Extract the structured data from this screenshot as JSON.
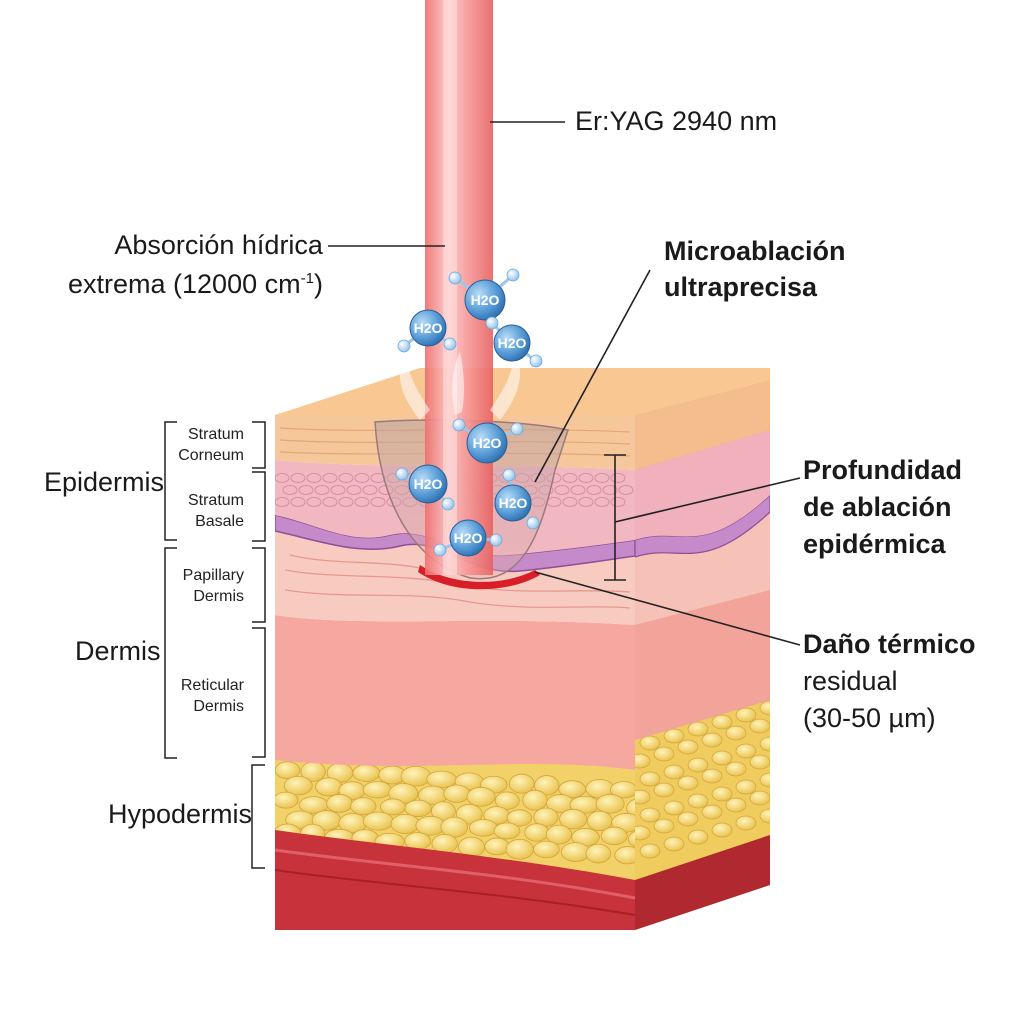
{
  "labels": {
    "laser": "Er:YAG 2940 nm",
    "absorption_line1": "Absorción hídrica",
    "absorption_line2_main": "extrema (12000 cm",
    "absorption_sup": "-1",
    "absorption_close": ")",
    "microablation_line1": "Microablación",
    "microablation_line2": "ultraprecisa",
    "depth_line1": "Profundidad",
    "depth_line2": "de ablación",
    "depth_line3": "epidérmica",
    "damage_line1": "Daño térmico",
    "damage_line2": "residual",
    "damage_line3": "(30-50 µm)"
  },
  "layers": {
    "epidermis": "Epidermis",
    "stratum_corneum_1": "Stratum",
    "stratum_corneum_2": "Corneum",
    "stratum_basale_1": "Stratum",
    "stratum_basale_2": "Basale",
    "dermis": "Dermis",
    "papillary_1": "Papillary",
    "papillary_2": "Dermis",
    "reticular_1": "Reticular",
    "reticular_2": "Dermis",
    "hypodermis": "Hypodermis"
  },
  "molecule": {
    "text": "H2O"
  },
  "colors": {
    "beam": "#f07878",
    "corneum": "#f5c79a",
    "epidermis": "#f2b8c2",
    "basale": "#c58ac9",
    "dermis": "#f6a8a0",
    "fat": "#f2d268",
    "muscle": "#c8323a",
    "molecule": "#4a8fd0"
  }
}
